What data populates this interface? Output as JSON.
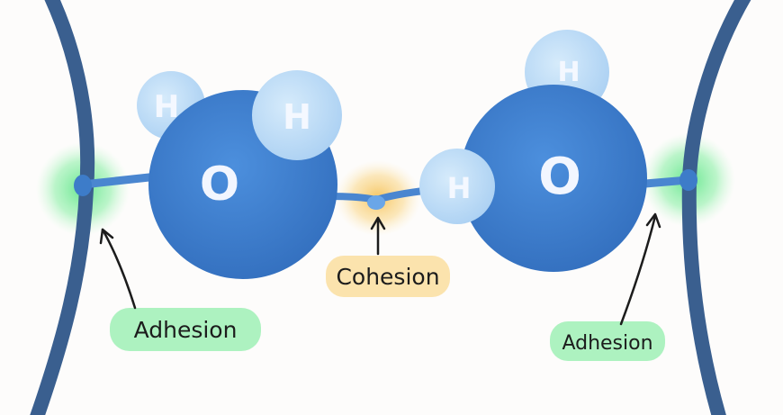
{
  "labels": {
    "adhesion_left": "Adhesion",
    "cohesion": "Cohesion",
    "adhesion_right": "Adhesion"
  },
  "atoms": {
    "oxygen_left": "O",
    "hydrogen_left_1": "H",
    "hydrogen_left_2": "H",
    "oxygen_right": "O",
    "hydrogen_right_1": "H",
    "hydrogen_right_2": "H"
  },
  "colors": {
    "wall": "#3a5f8f",
    "oxygen": "#3f7fcf",
    "hydrogen": "#b9dbf7",
    "bond": "#4a86d0",
    "adhesion_glow": "#62e08a",
    "cohesion_glow": "#f7c860"
  }
}
